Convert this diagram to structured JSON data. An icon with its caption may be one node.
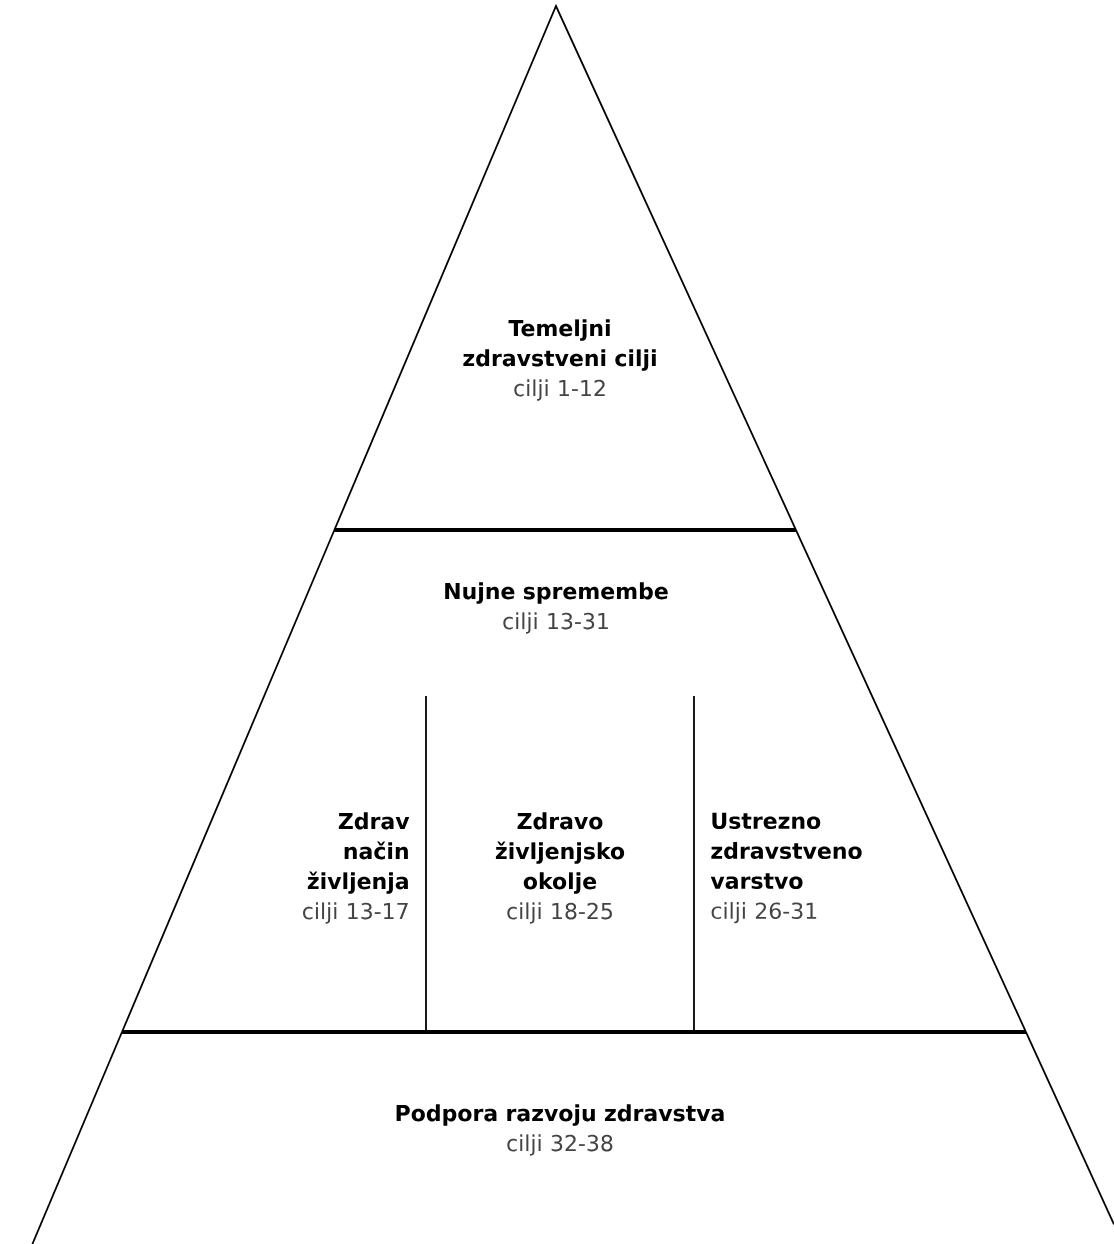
{
  "diagram": {
    "nodes": [
      {
        "text": [
          "Temeljni zdravstveni cilji",
          "cilji 1-12"
        ]
      },
      {
        "text": [
          "Nujne spremembe",
          "cilji 13-31"
        ]
      },
      {
        "text": [
          "Zdrav način življenja",
          "cilji 13-17"
        ],
        "in": 1
      },
      {
        "text": [
          "Zdravo življenjsko okolje",
          "cilji 18-25"
        ],
        "in": 1
      },
      {
        "text": [
          "Ustrezno zdravstveno varstvo",
          "cilji 26-31"
        ],
        "in": 1
      },
      {
        "text": [
          "Podpora razvoju zdravstva",
          "cilji 32-38"
        ]
      }
    ]
  }
}
